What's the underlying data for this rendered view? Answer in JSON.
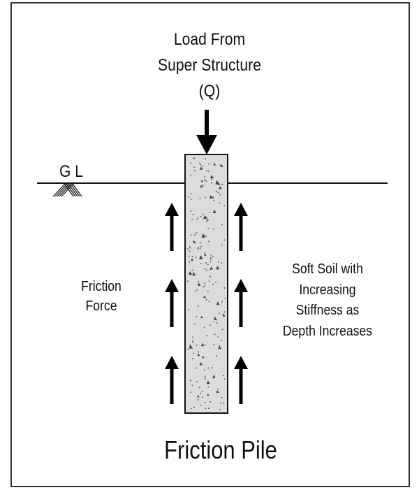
{
  "diagram": {
    "title": "Friction Pile",
    "load": {
      "lines": [
        "Load From",
        "Super Structure",
        "(Q)"
      ]
    },
    "ground_level": {
      "label": "G L"
    },
    "friction_force": {
      "lines": [
        "Friction",
        "Force"
      ],
      "arrow_count_per_side": 3,
      "direction": "up"
    },
    "soil": {
      "lines": [
        "Soft Soil with",
        "Increasing",
        "Stiffness as",
        "Depth Increases"
      ]
    },
    "colors": {
      "frame": "#333333",
      "line": "#111111",
      "pile_fill": "#dcdcdc",
      "aggregate": "#444444",
      "text": "#111111"
    }
  }
}
